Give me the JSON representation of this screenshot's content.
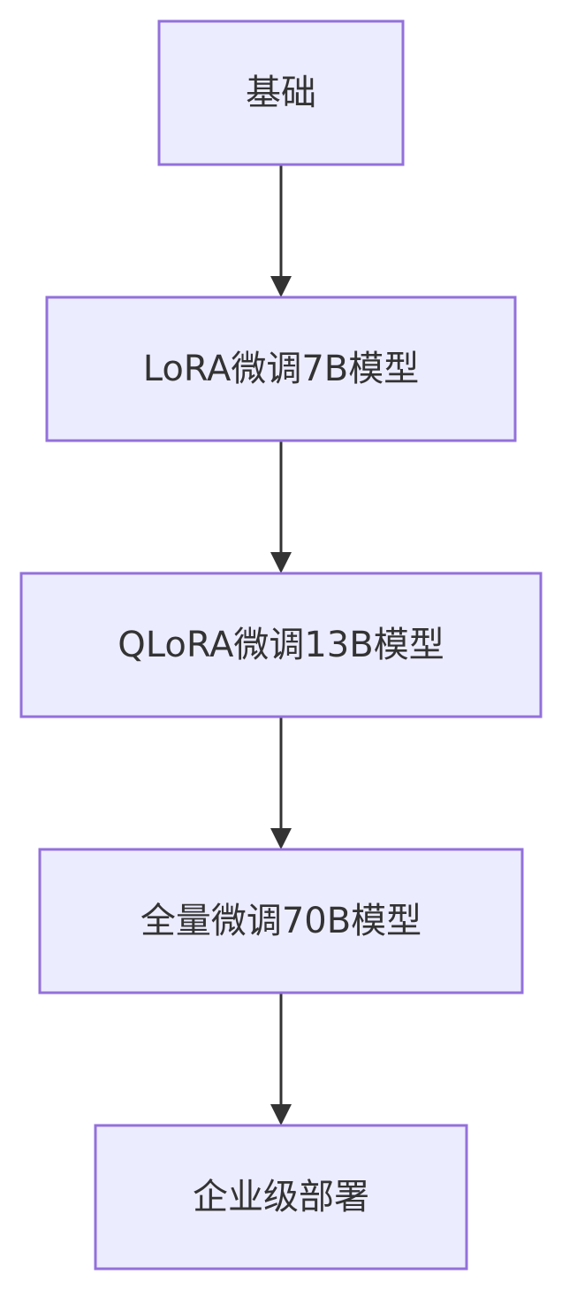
{
  "diagram": {
    "type": "flowchart",
    "direction": "top-to-bottom",
    "colors": {
      "node_fill": "#ECECFF",
      "node_border": "#9370DB",
      "text": "#333333",
      "edge": "#333333",
      "background": "#FFFFFF"
    },
    "nodes": [
      {
        "id": "n1",
        "label": "基础"
      },
      {
        "id": "n2",
        "label": "LoRA微调7B模型"
      },
      {
        "id": "n3",
        "label": "QLoRA微调13B模型"
      },
      {
        "id": "n4",
        "label": "全量微调70B模型"
      },
      {
        "id": "n5",
        "label": "企业级部署"
      }
    ],
    "edges": [
      {
        "from": "n1",
        "to": "n2"
      },
      {
        "from": "n2",
        "to": "n3"
      },
      {
        "from": "n3",
        "to": "n4"
      },
      {
        "from": "n4",
        "to": "n5"
      }
    ]
  }
}
